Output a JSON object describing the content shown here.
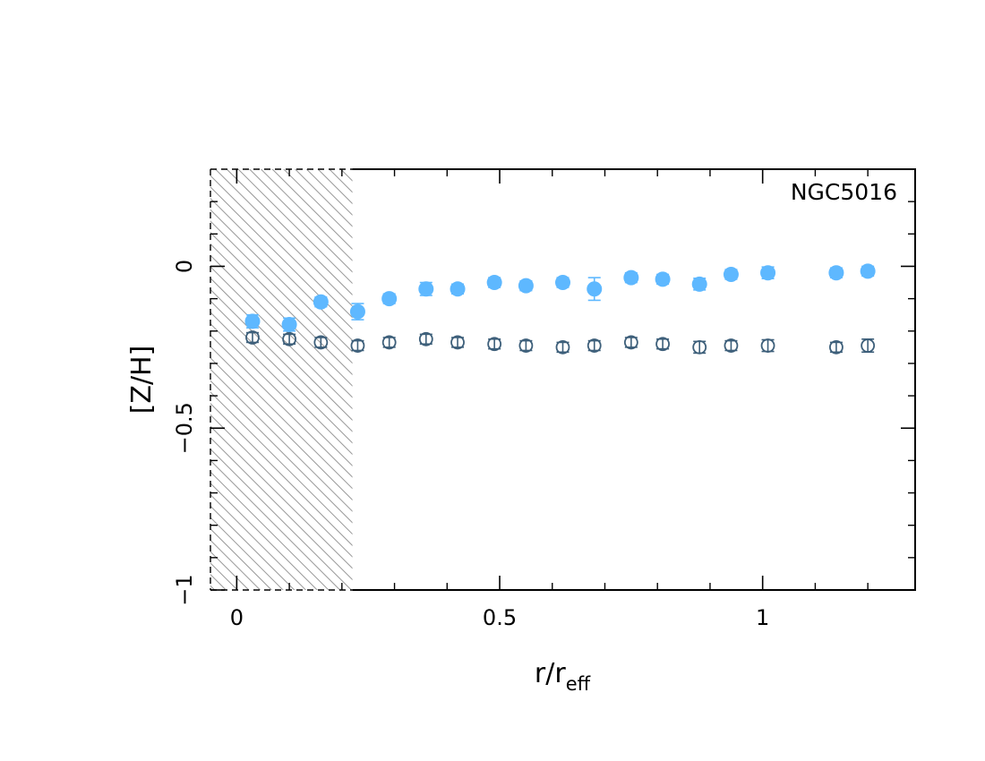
{
  "chart_data": {
    "type": "scatter",
    "title": "",
    "annotation": "NGC5016",
    "xlabel": {
      "main": "r/r",
      "sub": "eff"
    },
    "ylabel": "[Z/H]",
    "xlim": [
      -0.05,
      1.29
    ],
    "ylim": [
      -1.0,
      0.3
    ],
    "x_ticks": [
      0,
      0.5,
      1
    ],
    "x_tick_labels": [
      "0",
      "0.5",
      "1"
    ],
    "y_ticks": [
      -1,
      -0.5,
      0
    ],
    "y_tick_labels": [
      "−1",
      "−0.5",
      "0"
    ],
    "shaded_region": {
      "x_from": -0.05,
      "x_to": 0.22,
      "pattern": "diagonal hatch"
    },
    "grid": false,
    "legend": "none",
    "series": [
      {
        "marker": "filled-circle",
        "color": "#5eb8ff",
        "points": [
          {
            "x": 0.03,
            "y": -0.17,
            "err": 0.02
          },
          {
            "x": 0.1,
            "y": -0.18,
            "err": 0.02
          },
          {
            "x": 0.16,
            "y": -0.11,
            "err": 0.015
          },
          {
            "x": 0.23,
            "y": -0.14,
            "err": 0.025
          },
          {
            "x": 0.29,
            "y": -0.1,
            "err": 0.015
          },
          {
            "x": 0.36,
            "y": -0.07,
            "err": 0.02
          },
          {
            "x": 0.42,
            "y": -0.07,
            "err": 0.015
          },
          {
            "x": 0.49,
            "y": -0.05,
            "err": 0.015
          },
          {
            "x": 0.55,
            "y": -0.06,
            "err": 0.015
          },
          {
            "x": 0.62,
            "y": -0.05,
            "err": 0.015
          },
          {
            "x": 0.68,
            "y": -0.07,
            "err": 0.035
          },
          {
            "x": 0.75,
            "y": -0.035,
            "err": 0.015
          },
          {
            "x": 0.81,
            "y": -0.04,
            "err": 0.015
          },
          {
            "x": 0.88,
            "y": -0.055,
            "err": 0.018
          },
          {
            "x": 0.94,
            "y": -0.025,
            "err": 0.015
          },
          {
            "x": 1.01,
            "y": -0.02,
            "err": 0.018
          },
          {
            "x": 1.14,
            "y": -0.02,
            "err": 0.015
          },
          {
            "x": 1.2,
            "y": -0.015,
            "err": 0.015
          }
        ]
      },
      {
        "marker": "open-circle",
        "color": "#3d5f7a",
        "points": [
          {
            "x": 0.03,
            "y": -0.22,
            "err": 0.015
          },
          {
            "x": 0.1,
            "y": -0.225,
            "err": 0.015
          },
          {
            "x": 0.16,
            "y": -0.235,
            "err": 0.015
          },
          {
            "x": 0.23,
            "y": -0.245,
            "err": 0.015
          },
          {
            "x": 0.29,
            "y": -0.235,
            "err": 0.015
          },
          {
            "x": 0.36,
            "y": -0.225,
            "err": 0.015
          },
          {
            "x": 0.42,
            "y": -0.235,
            "err": 0.015
          },
          {
            "x": 0.49,
            "y": -0.24,
            "err": 0.015
          },
          {
            "x": 0.55,
            "y": -0.245,
            "err": 0.015
          },
          {
            "x": 0.62,
            "y": -0.25,
            "err": 0.015
          },
          {
            "x": 0.68,
            "y": -0.245,
            "err": 0.015
          },
          {
            "x": 0.75,
            "y": -0.235,
            "err": 0.015
          },
          {
            "x": 0.81,
            "y": -0.24,
            "err": 0.015
          },
          {
            "x": 0.88,
            "y": -0.25,
            "err": 0.018
          },
          {
            "x": 0.94,
            "y": -0.245,
            "err": 0.015
          },
          {
            "x": 1.01,
            "y": -0.245,
            "err": 0.018
          },
          {
            "x": 1.14,
            "y": -0.25,
            "err": 0.015
          },
          {
            "x": 1.2,
            "y": -0.245,
            "err": 0.02
          }
        ]
      }
    ]
  }
}
